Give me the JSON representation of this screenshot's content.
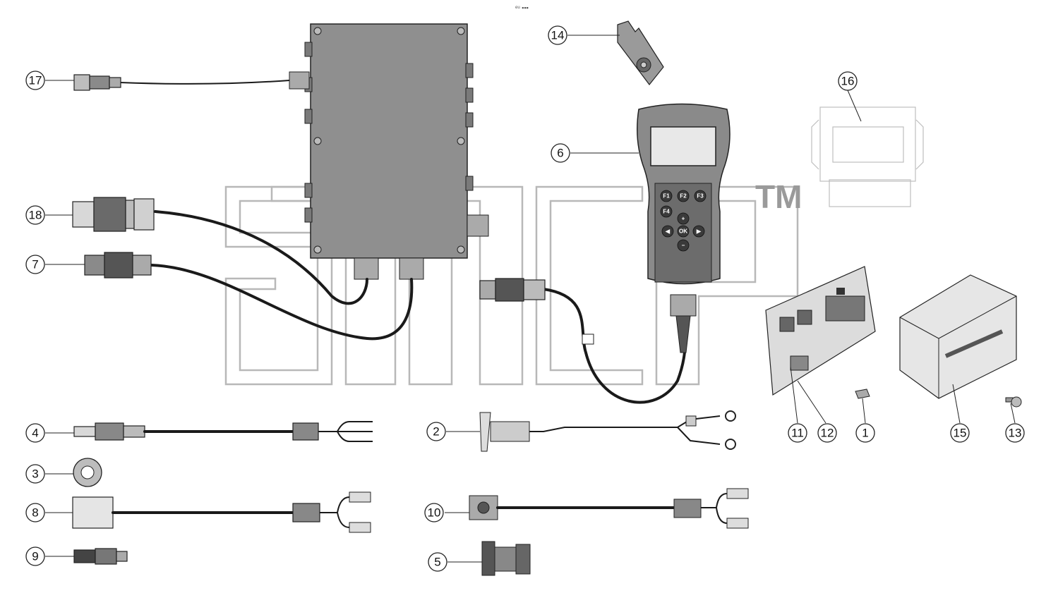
{
  "diagram": {
    "watermark_mark": "TM",
    "top_glyph": "ᵉᵘ ▪▪▪",
    "keypad_labels": [
      "F1",
      "F2",
      "F3",
      "F4",
      "+",
      "OK",
      "−",
      "◀",
      "▶"
    ],
    "callouts": [
      {
        "id": "c1",
        "label": "1"
      },
      {
        "id": "c2",
        "label": "2"
      },
      {
        "id": "c3",
        "label": "3"
      },
      {
        "id": "c4",
        "label": "4"
      },
      {
        "id": "c5",
        "label": "5"
      },
      {
        "id": "c6",
        "label": "6"
      },
      {
        "id": "c7",
        "label": "7"
      },
      {
        "id": "c8",
        "label": "8"
      },
      {
        "id": "c9",
        "label": "9"
      },
      {
        "id": "c10",
        "label": "10"
      },
      {
        "id": "c11",
        "label": "11"
      },
      {
        "id": "c12",
        "label": "12"
      },
      {
        "id": "c13",
        "label": "13"
      },
      {
        "id": "c14",
        "label": "14"
      },
      {
        "id": "c15",
        "label": "15"
      },
      {
        "id": "c16",
        "label": "16"
      },
      {
        "id": "c17",
        "label": "17"
      },
      {
        "id": "c18",
        "label": "18"
      }
    ]
  }
}
